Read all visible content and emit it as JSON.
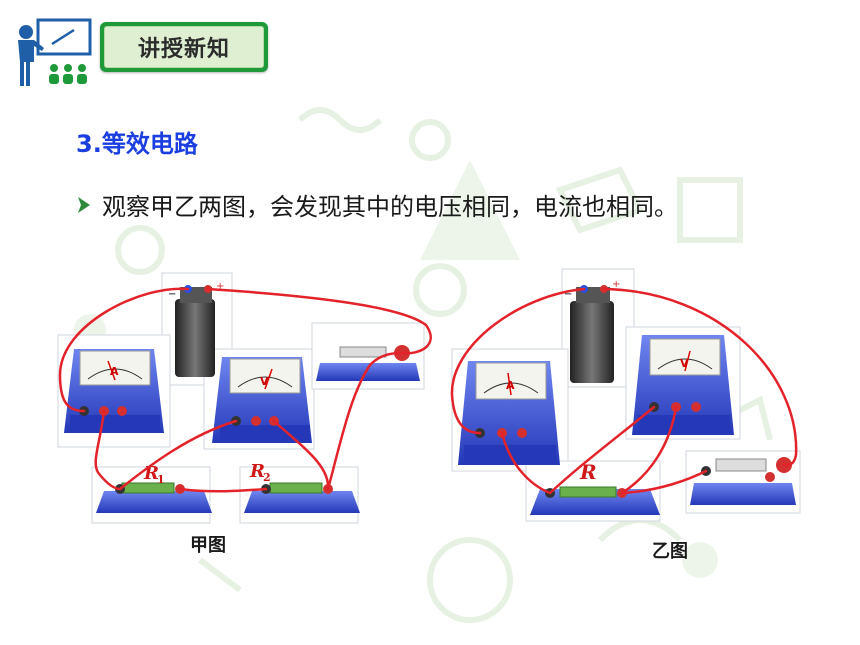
{
  "header": {
    "badge_label": "讲授新知"
  },
  "section": {
    "heading": "3.等效电路",
    "bullet_text": "观察甲乙两图，会发现其中的电压相同，电流也相同。"
  },
  "figure_left": {
    "caption": "甲图",
    "resistor1_label": "R",
    "resistor1_sub": "1",
    "resistor2_label": "R",
    "resistor2_sub": "2",
    "ammeter_label": "A",
    "voltmeter_label": "V"
  },
  "figure_right": {
    "caption": "乙图",
    "resistor_label": "R",
    "ammeter_label": "A",
    "voltmeter_label": "V"
  },
  "colors": {
    "badge_green": "#1f9a3a",
    "badge_fill": "#dff0d2",
    "heading_blue": "#1a3ee0",
    "wire_red": "#e3222a",
    "instrument_blue": "#3450d8"
  },
  "icons": {
    "teacher": "teacher-presentation-icon",
    "bullet": "arrow-right-icon"
  }
}
